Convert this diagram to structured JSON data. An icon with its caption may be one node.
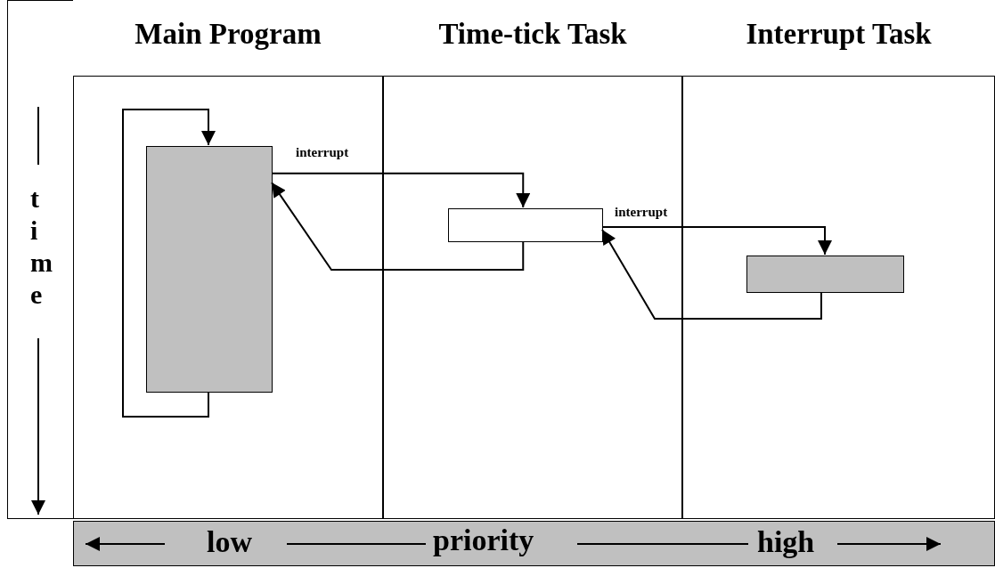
{
  "diagram": {
    "nodes": [
      {
        "text": [
          "Main Program"
        ]
      },
      {
        "text": [
          "Time-tick Task"
        ]
      },
      {
        "text": [
          "Interrupt Task"
        ]
      },
      {
        "text": [],
        "shape": "box",
        "in": 0
      },
      {
        "text": [],
        "shape": "box",
        "in": 1
      },
      {
        "text": [],
        "shape": "box",
        "in": 2
      }
    ],
    "edges": [
      {
        "from": 3,
        "to": 3,
        "arrow": "to"
      },
      {
        "from": 3,
        "to": 4,
        "arrow": "to",
        "label": "interrupt"
      },
      {
        "from": 4,
        "to": 3,
        "arrow": "to"
      },
      {
        "from": 4,
        "to": 5,
        "arrow": "to",
        "label": "interrupt"
      },
      {
        "from": 5,
        "to": 4,
        "arrow": "to"
      }
    ],
    "labels": [
      "time",
      "low",
      "priority",
      "high"
    ]
  }
}
